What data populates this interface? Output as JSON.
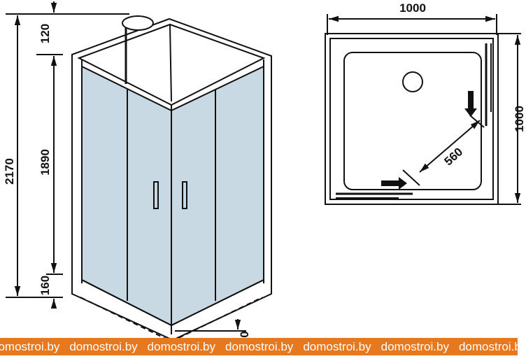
{
  "front_view": {
    "total_height": "2170",
    "top_section": "120",
    "door_height": "1890",
    "tray_height": "160",
    "floor_gap": "0"
  },
  "top_view": {
    "width": "1000",
    "depth": "1000",
    "door_opening": "560"
  },
  "watermark": {
    "items": [
      "domostroi.by",
      "domostroi.by",
      "domostroi.by",
      "domostroi.by",
      "domostroi.by",
      "domostroi.by",
      "domostroi.by"
    ],
    "color": "#e8781e"
  },
  "colors": {
    "glass": "#c9d9e3",
    "line": "#111111"
  }
}
